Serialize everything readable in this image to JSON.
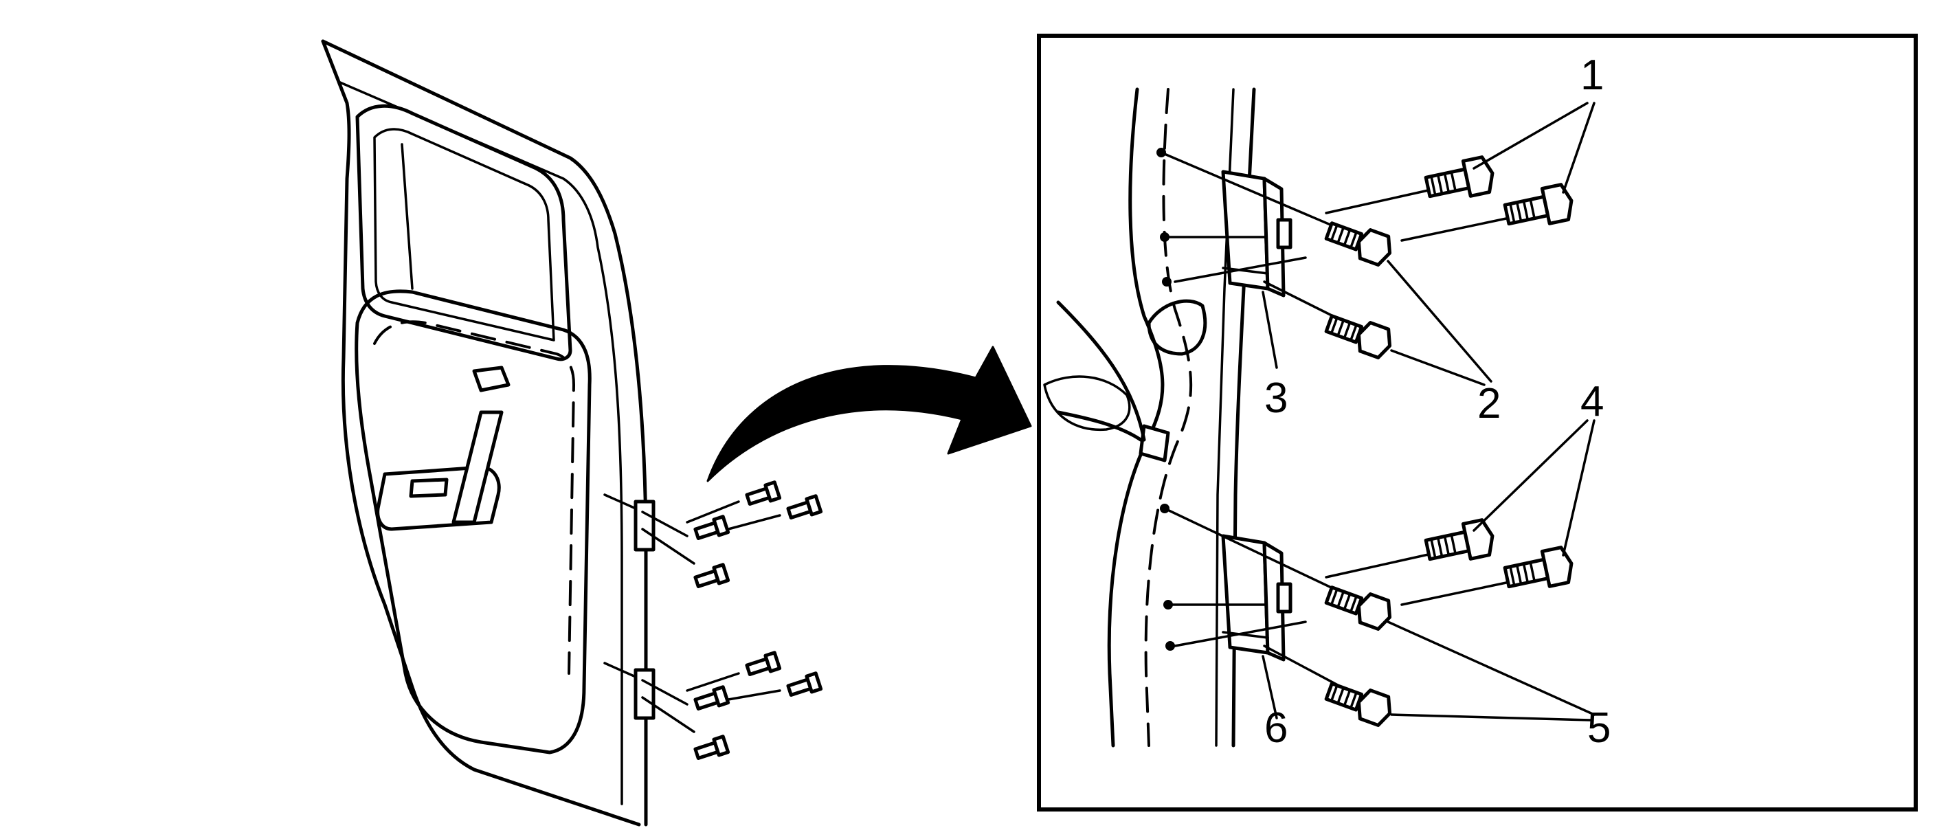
{
  "callouts": {
    "c1": "1",
    "c2": "2",
    "c3": "3",
    "c4": "4",
    "c5": "5",
    "c6": "6"
  },
  "colors": {
    "line": "#000000",
    "background": "#ffffff"
  },
  "icons": [
    "curved-arrow-icon",
    "bolt-icon",
    "hinge-icon"
  ]
}
